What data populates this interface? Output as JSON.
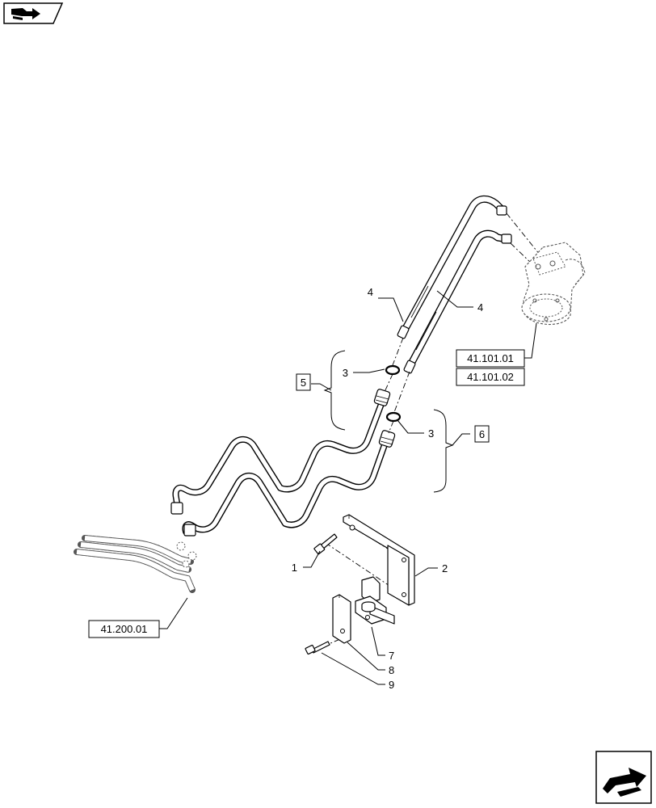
{
  "header": {
    "nav_icon": "book-arrow-icon"
  },
  "footer": {
    "nav_icon": "next-page-arrow-icon"
  },
  "callouts": [
    {
      "id": "c1",
      "label": "1"
    },
    {
      "id": "c2",
      "label": "2"
    },
    {
      "id": "c3a",
      "label": "3"
    },
    {
      "id": "c3b",
      "label": "3"
    },
    {
      "id": "c4a",
      "label": "4"
    },
    {
      "id": "c4b",
      "label": "4"
    },
    {
      "id": "c5",
      "label": "5"
    },
    {
      "id": "c6",
      "label": "6"
    },
    {
      "id": "c7",
      "label": "7"
    },
    {
      "id": "c8",
      "label": "8"
    },
    {
      "id": "c9",
      "label": "9"
    }
  ],
  "references": [
    {
      "id": "r1",
      "label": "41.101.01"
    },
    {
      "id": "r2",
      "label": "41.101.02"
    },
    {
      "id": "r3",
      "label": "41.200.01"
    }
  ],
  "colors": {
    "line": "#000000",
    "background": "#ffffff",
    "ghost": "#555555"
  }
}
